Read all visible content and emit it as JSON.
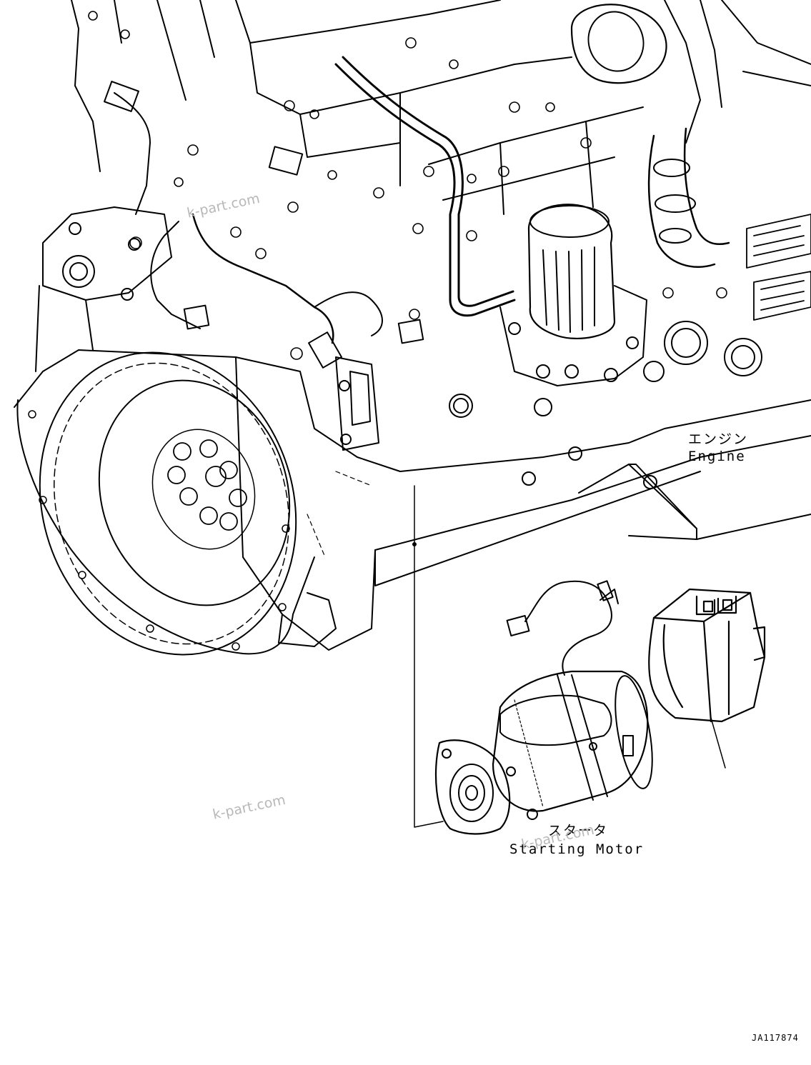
{
  "labels": {
    "engine_jp": "エンジン",
    "engine_en": "Engine",
    "starter_jp": "スタータ",
    "starter_en": "Starting Motor"
  },
  "watermarks": [
    "k-part.com",
    "k-part.com",
    "k-part.com"
  ],
  "figure_number": "JA117874"
}
